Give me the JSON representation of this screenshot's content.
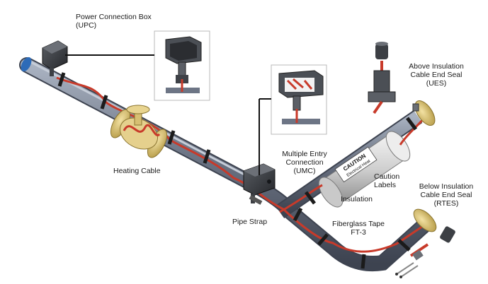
{
  "labels": {
    "upc": [
      "Power Connection Box",
      "(UPC)"
    ],
    "heating_cable": "Heating Cable",
    "umc": [
      "Multiple Entry",
      "Connection",
      "(UMC)"
    ],
    "pipe_strap": "Pipe Strap",
    "caution_labels": [
      "Caution",
      "Labels"
    ],
    "insulation": "Insulation",
    "fiberglass_tape": [
      "Fiberglass Tape",
      "FT-3"
    ],
    "ues": [
      "Above Insulation",
      "Cable End Seal",
      "(UES)"
    ],
    "rtes": [
      "Below Insulation",
      "Cable End Seal",
      "(RTES)"
    ],
    "caution_sticker": [
      "CAUTION",
      "Electrical Heat"
    ]
  },
  "colors": {
    "pipe": "#5a6272",
    "pipe_highlight": "#aab3c2",
    "cable": "#c83a2a",
    "tape": "#1b1b1b",
    "flange": "#d9c27a",
    "box": "#3a3d42",
    "insulation": "#d8d8d8"
  }
}
